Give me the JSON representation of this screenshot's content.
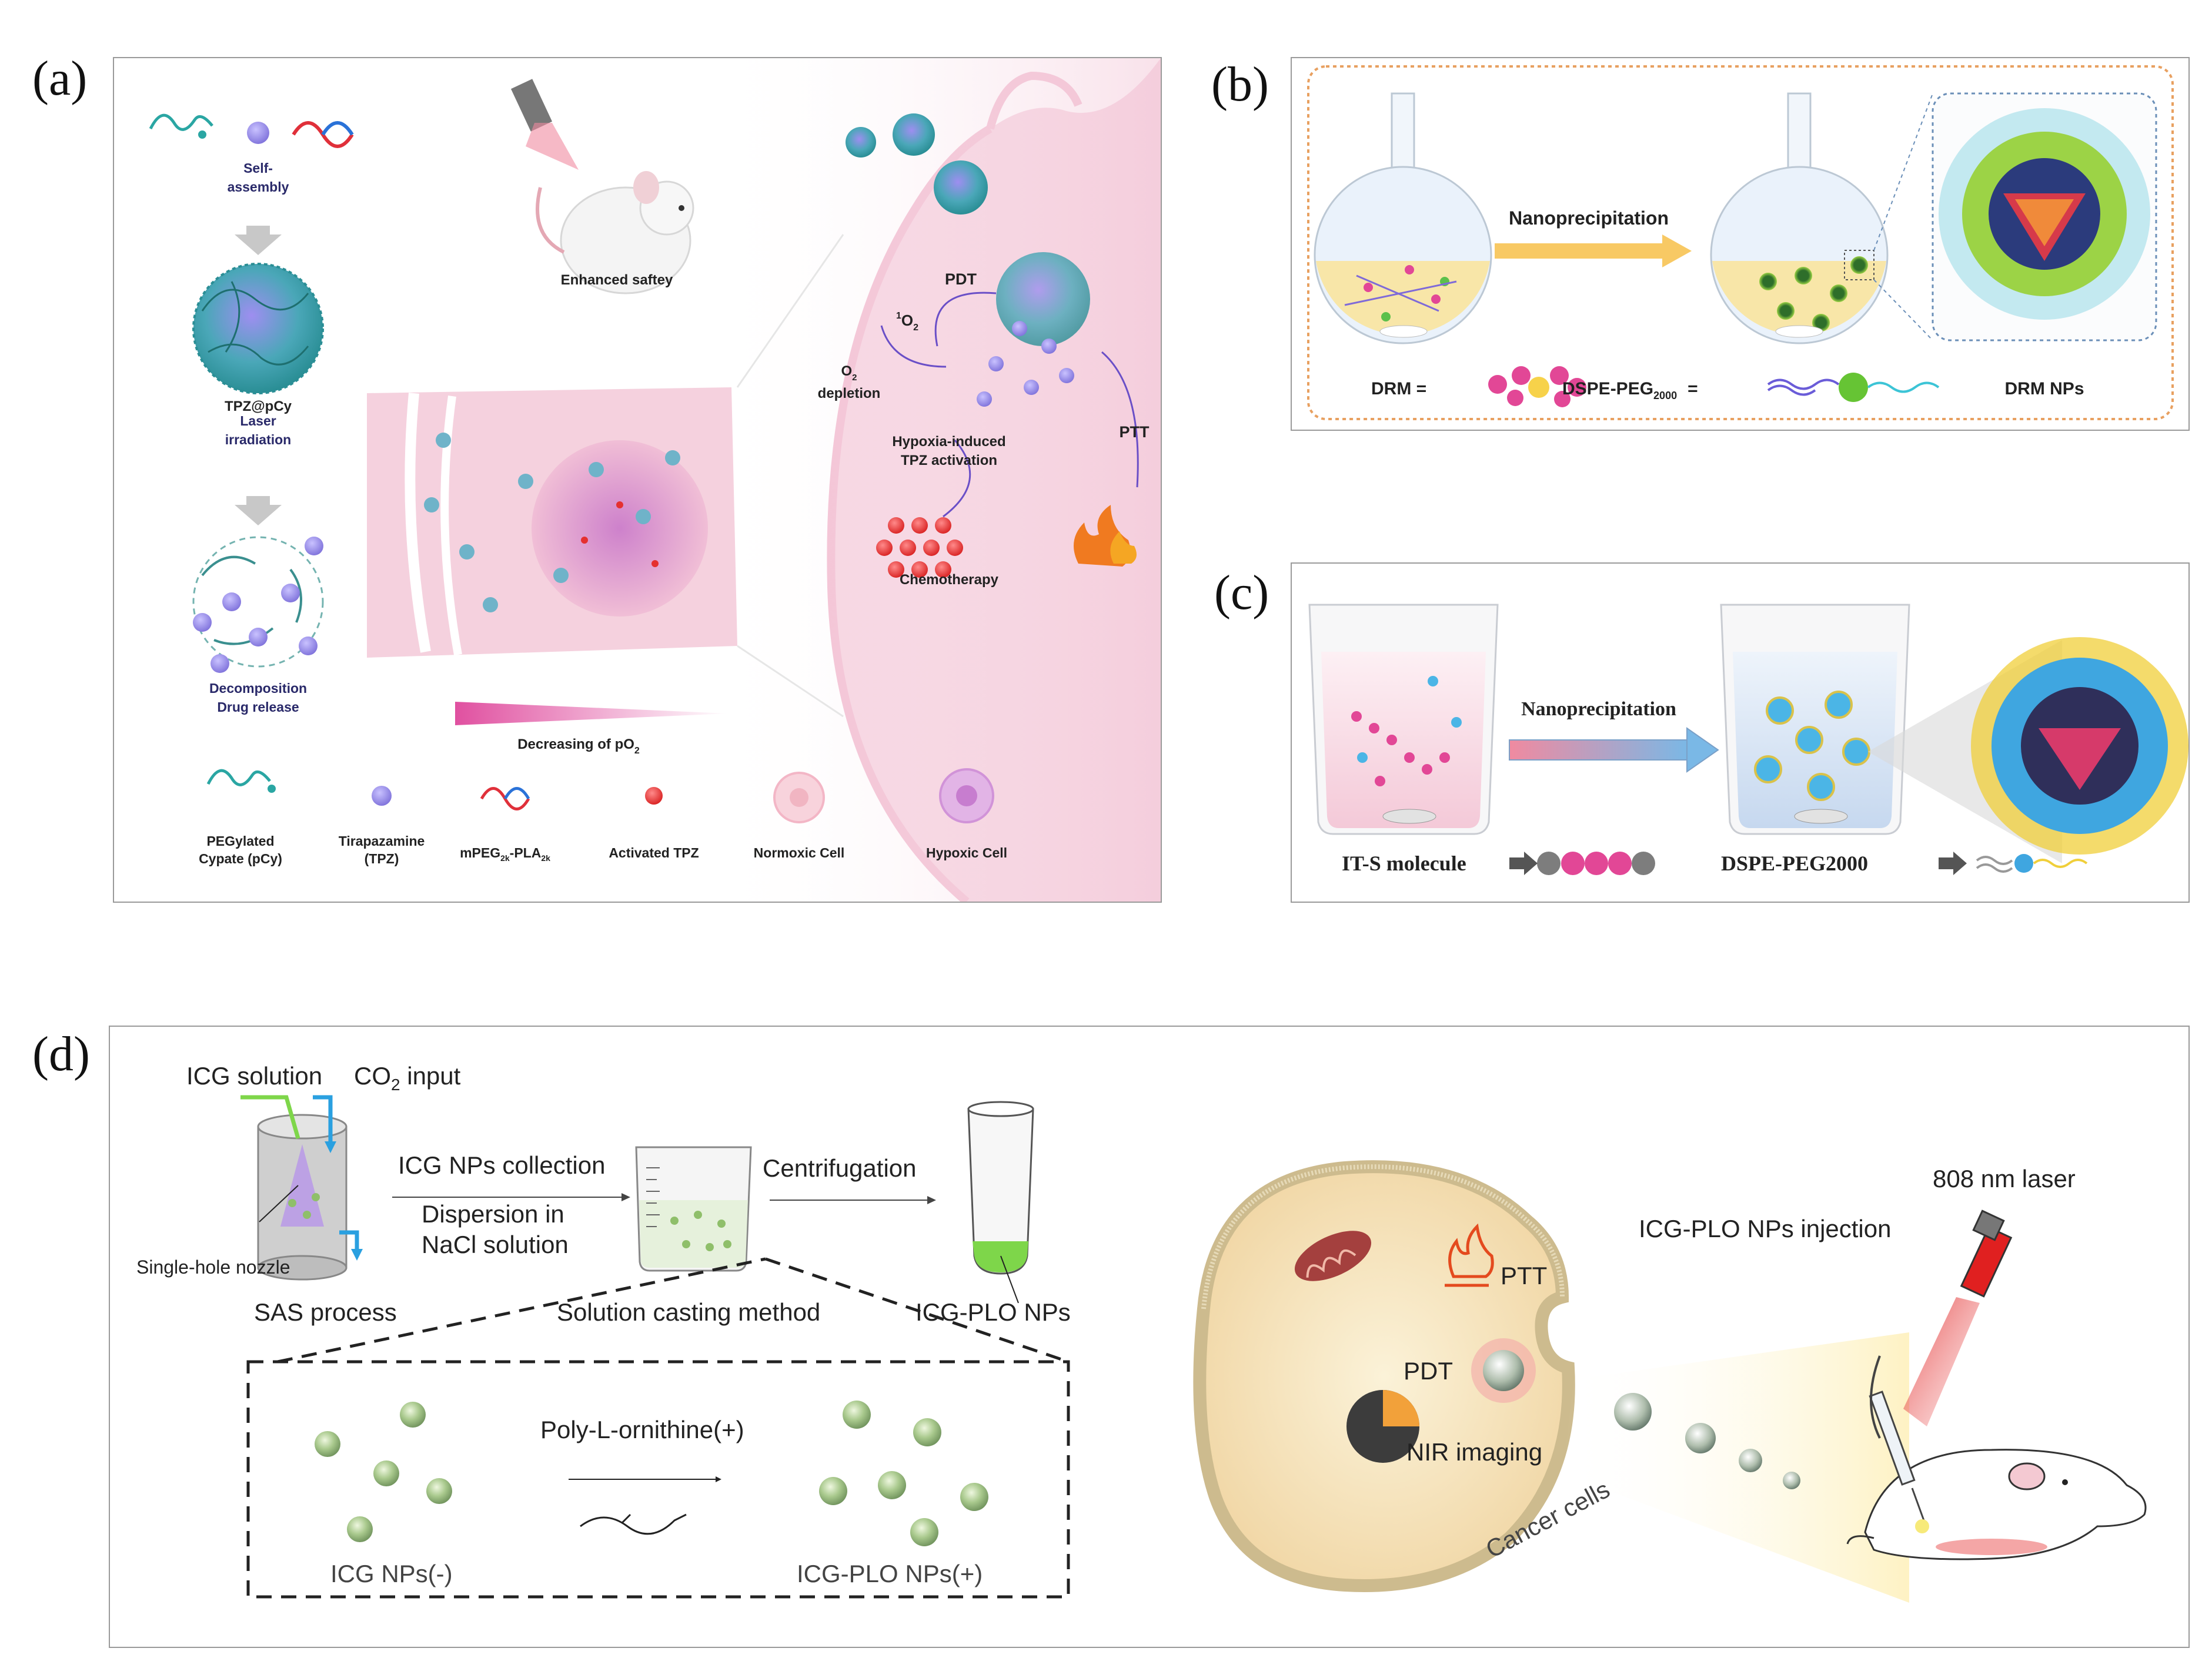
{
  "panels": {
    "a": {
      "letter": "(a)",
      "self_assembly": "Self-\nassembly",
      "tpz_pcy": "TPZ@pCy",
      "laser_irradiation": "Laser\nirradiation",
      "decomposition": "Decomposition\nDrug release",
      "enhanced_safety": "Enhanced saftey",
      "decreasing_po2": "Decreasing of pO",
      "decreasing_po2_sub": "2",
      "pdt": "PDT",
      "singlet_oxygen": "O",
      "singlet_oxygen_sup": "1",
      "singlet_oxygen_sub": "2",
      "o2_depletion_1": "O",
      "o2_depletion_sub": "2",
      "o2_depletion_2": "depletion",
      "hypoxia_tpz": "Hypoxia-induced\nTPZ activation",
      "ptt": "PTT",
      "chemotherapy": "Chemotherapy",
      "legend": [
        {
          "label": "PEGylated\nCypate (pCy)"
        },
        {
          "label": "Tirapazamine\n(TPZ)"
        },
        {
          "label": "mPEG",
          "sub1": "2k",
          "mid": "-PLA",
          "sub2": "2k"
        },
        {
          "label": "Activated TPZ"
        },
        {
          "label": "Normoxic Cell"
        },
        {
          "label": "Hypoxic Cell"
        }
      ]
    },
    "b": {
      "letter": "(b)",
      "nanoprecipitation": "Nanoprecipitation",
      "drm_eq": "DRM  =",
      "dspe_peg": "DSPE-PEG",
      "dspe_peg_sub": "2000",
      "dspe_eq": "=",
      "drm_nps": "DRM NPs"
    },
    "c": {
      "letter": "(c)",
      "nanoprecipitation": "Nanoprecipitation",
      "its_molecule": "IT-S molecule",
      "dspe_peg2000": "DSPE-PEG2000"
    },
    "d": {
      "letter": "(d)",
      "icg_solution": "ICG solution",
      "co2_input": "CO",
      "co2_input_sub": "2",
      "co2_input_tail": " input",
      "icg_nps_collection": "ICG NPs collection",
      "dispersion": "Dispersion in",
      "nacl": "NaCl solution",
      "centrifugation": "Centrifugation",
      "single_hole_nozzle": "Single-hole nozzle",
      "sas_process": "SAS process",
      "solution_casting": "Solution casting method",
      "icg_plo_nps": "ICG-PLO NPs",
      "poly_l_ornithine": "Poly-L-ornithine(+)",
      "icg_nps_neg": "ICG NPs(-)",
      "icg_plo_nps_pos": "ICG-PLO NPs(+)",
      "ptt": "PTT",
      "pdt": "PDT",
      "nir_imaging": "NIR imaging",
      "cancer_cells": "Cancer cells",
      "injection": "ICG-PLO NPs injection",
      "laser": "808 nm laser"
    }
  },
  "colors": {
    "border": "#9a9a9a",
    "orange_dash": "#e8a060",
    "pink_bg": "#f6dbe6",
    "teal": "#2aa6a3",
    "purple_dot": "#8e82e0",
    "red_dot": "#e53030",
    "green_np": "#8fbf6a",
    "blue_np": "#4bb5e6",
    "text_dark": "#1c1c1c",
    "navy_text": "#2a2a6a"
  }
}
